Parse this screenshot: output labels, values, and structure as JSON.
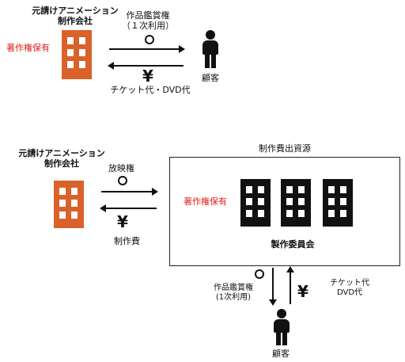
{
  "top": {
    "company": "元請けアニメーション\n制作会社",
    "rights_label": "著作権保有",
    "right_text": "作品鑑賞権\n（１次利用）",
    "money_text": "チケット代・DVD代",
    "customer": "顧客",
    "yen": "¥"
  },
  "bottom": {
    "company": "元請けアニメーション\n制作会社",
    "right_text": "放映権",
    "money_text": "制作費",
    "yen": "¥",
    "funding_label": "制作費出資源",
    "rights_label": "著作権保有",
    "committee": "製作委員会",
    "view_right_text": "作品鑑賞権\n(1次利用)",
    "money_right_text": "チケット代\nDVD代",
    "customer": "顧客",
    "yen2": "¥"
  },
  "colors": {
    "accent_red": "#e0201c",
    "building_orange": "#d9622a"
  }
}
